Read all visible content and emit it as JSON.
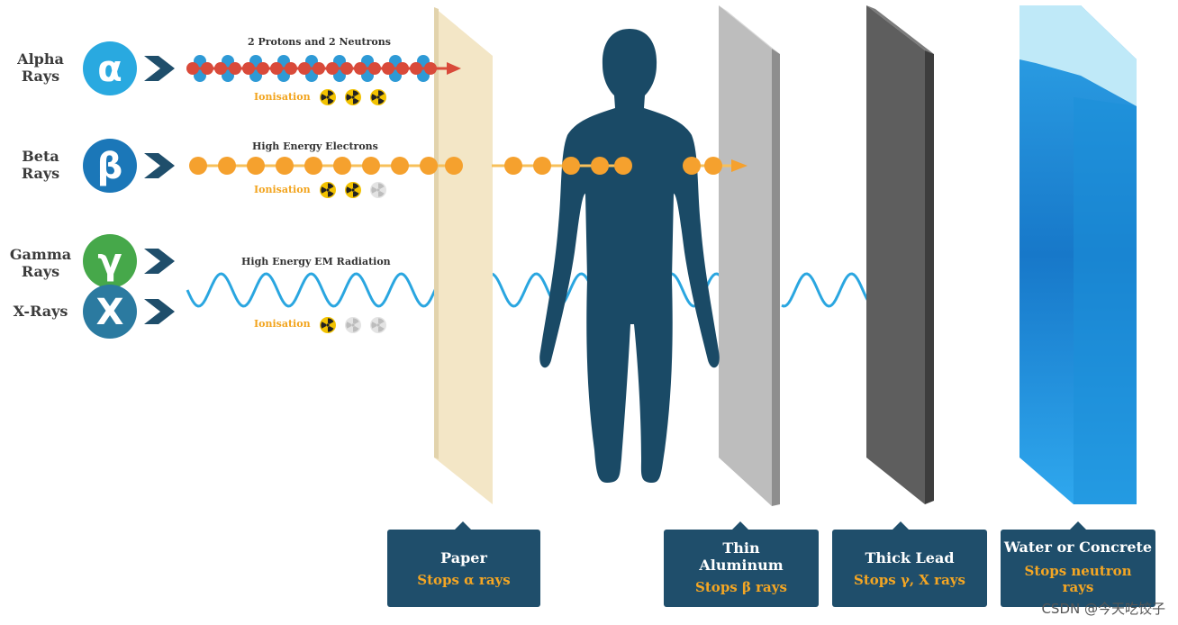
{
  "rays": [
    {
      "id": "alpha",
      "label_lines": [
        "Alpha",
        "Rays"
      ],
      "symbol": "α",
      "color": "#29a9e0",
      "particle_desc": "2 Protons and 2 Neutrons",
      "ionisation_label": "Ionisation",
      "ionisation_level": 3
    },
    {
      "id": "beta",
      "label_lines": [
        "Beta",
        "Rays"
      ],
      "symbol": "β",
      "color": "#1b77b8",
      "particle_desc": "High Energy Electrons",
      "ionisation_label": "Ionisation",
      "ionisation_level": 2
    },
    {
      "id": "gamma",
      "label_lines": [
        "Gamma",
        "Rays"
      ],
      "symbol": "γ",
      "color": "#46a84a",
      "particle_desc": "High Energy EM Radiation",
      "ionisation_label": "Ionisation",
      "ionisation_level": 1
    },
    {
      "id": "xray",
      "label_lines": [
        "X-Rays"
      ],
      "symbol": "X",
      "color": "#2b7aa0"
    }
  ],
  "barriers": [
    {
      "id": "paper",
      "title_lines": [
        "Paper"
      ],
      "stops_lines": [
        "Stops α rays"
      ]
    },
    {
      "id": "aluminum",
      "title_lines": [
        "Thin",
        "Aluminum"
      ],
      "stops_lines": [
        "Stops β rays"
      ]
    },
    {
      "id": "lead",
      "title_lines": [
        "Thick Lead"
      ],
      "stops_lines": [
        "Stops γ, X rays"
      ]
    },
    {
      "id": "water",
      "title_lines": [
        "Water or Concrete"
      ],
      "stops_lines": [
        "Stops neutron",
        "rays"
      ]
    }
  ],
  "colors": {
    "box": "#1f4e6b",
    "accent": "#f4a623",
    "paper": "#f3e6c6",
    "aluminum": "#bdbdbd",
    "lead": "#5e5e5e",
    "water": "#1f8ad6",
    "body": "#1a4a66",
    "alpha_proton": "#d94a3a",
    "alpha_neutron": "#2e9ad6",
    "electron": "#f5a12e",
    "wave": "#2aa6e0",
    "hazard": "#f2c200"
  },
  "icons": {
    "ray_arrow": "chevron-arrow-icon",
    "ionisation": "radiation-hazard-icon",
    "figure": "human-silhouette-icon"
  },
  "watermark": "CSDN @今天吃饺子"
}
